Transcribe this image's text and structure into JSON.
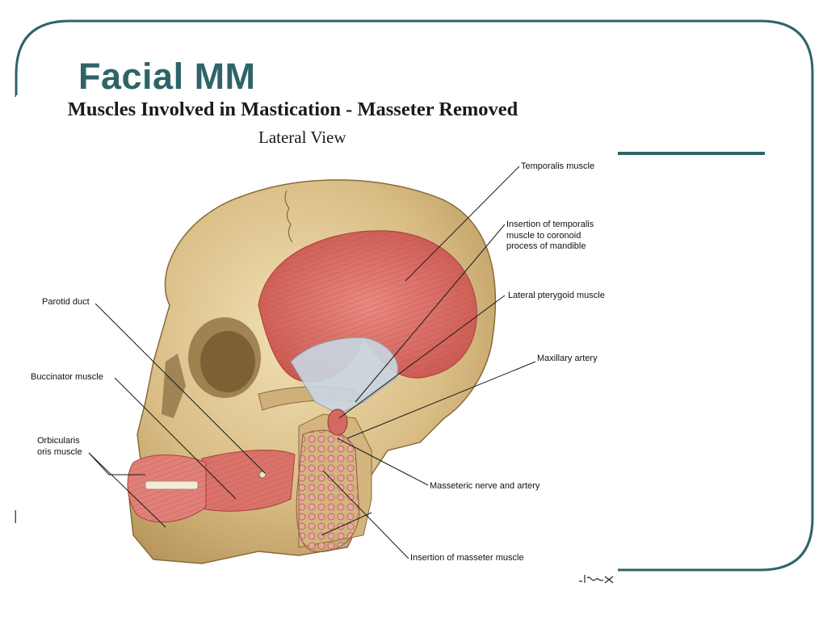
{
  "slide": {
    "title": "Facial MM",
    "frame_color": "#2e6468"
  },
  "figure": {
    "title": "Muscles Involved in Mastication - Masseter Removed",
    "subtitle": "Lateral View",
    "labels": [
      {
        "id": "temporalis",
        "text": "Temporalis muscle"
      },
      {
        "id": "insertion-temporalis",
        "lines": [
          "Insertion of temporalis",
          "muscle to coronoid",
          "process of mandible"
        ]
      },
      {
        "id": "lateral-pterygoid",
        "text": "Lateral pterygoid muscle"
      },
      {
        "id": "maxillary-artery",
        "text": "Maxillary artery"
      },
      {
        "id": "parotid-duct",
        "text": "Parotid duct"
      },
      {
        "id": "buccinator",
        "text": "Buccinator muscle"
      },
      {
        "id": "orbicularis",
        "lines": [
          "Orbicularis",
          "oris muscle"
        ]
      },
      {
        "id": "masseteric-nerve",
        "text": "Masseteric nerve and artery"
      },
      {
        "id": "insertion-masseter",
        "text": "Insertion of masseter muscle"
      }
    ]
  }
}
